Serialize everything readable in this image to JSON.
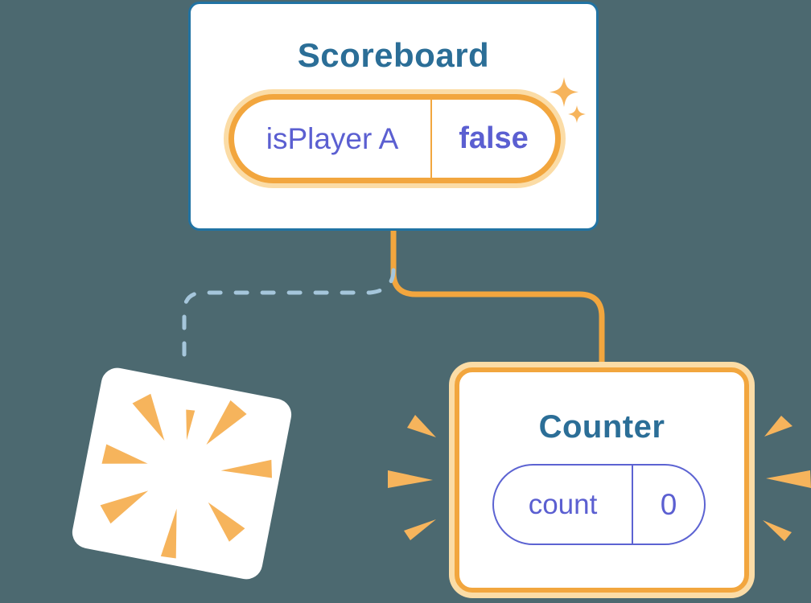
{
  "diagram": {
    "scoreboard": {
      "title": "Scoreboard",
      "state": {
        "label": "isPlayer A",
        "value": "false"
      }
    },
    "counter": {
      "title": "Counter",
      "state": {
        "label": "count",
        "value": "0"
      }
    },
    "destroyed_component": {
      "description": "poof-burst (component removed)"
    }
  },
  "icons": {
    "sparkle_large": "sparkle-icon",
    "sparkle_small": "sparkle-icon",
    "poof_burst": "poof-burst-icon",
    "emphasis_rays": "emphasis-rays-icon"
  },
  "colors": {
    "background": "#4c6970",
    "card_bg": "#ffffff",
    "card_border_blue": "#2173a3",
    "title_teal": "#2b6e97",
    "accent_orange": "#f2a63e",
    "orange_glow": "#fbdca6",
    "state_purple": "#5b5fd1",
    "pill_border_purple": "#5c63d2",
    "dashed_blue": "#a5c6db",
    "burst_orange": "#f6b45c"
  }
}
